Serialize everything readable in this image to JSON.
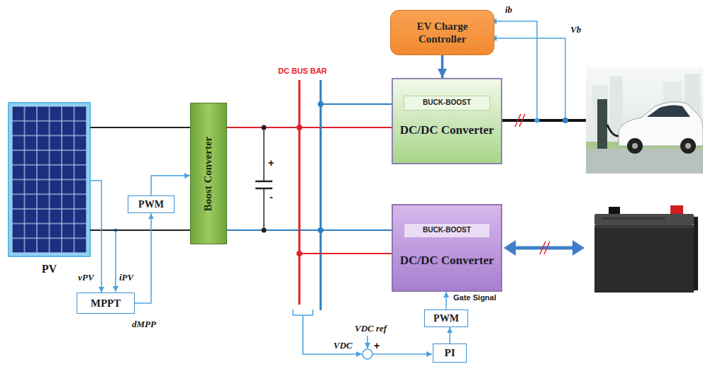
{
  "diagram": {
    "nodes": [
      {
        "text": [
          "PV"
        ]
      },
      {
        "text": [
          "MPPT"
        ]
      },
      {
        "text": [
          "PWM"
        ]
      },
      {
        "text": [
          "Boost Converter"
        ]
      },
      {
        "text": [
          "EV Charge Controller"
        ]
      },
      {
        "text": [
          "DC/DC Converter"
        ]
      },
      {
        "text": [
          "BUCK-BOOST"
        ],
        "in": 5
      },
      {
        "text": [
          "DC/DC Converter"
        ]
      },
      {
        "text": [
          "BUCK-BOOST"
        ],
        "in": 7
      },
      {
        "text": [
          "PWM"
        ]
      },
      {
        "text": [
          "PI"
        ]
      }
    ],
    "edges": [
      {
        "from": 0,
        "to": 3,
        "arrow": "none"
      },
      {
        "from": 0,
        "to": 1,
        "arrow": "to"
      },
      {
        "from": 1,
        "to": 2,
        "arrow": "to"
      },
      {
        "from": 2,
        "to": 3,
        "arrow": "to"
      },
      {
        "from": 4,
        "to": 5,
        "arrow": "to"
      },
      {
        "from": 9,
        "to": 7,
        "label": "Gate Signal",
        "arrow": "to"
      },
      {
        "from": 10,
        "to": 9,
        "arrow": "to"
      }
    ],
    "labels": [
      "DC BUS BAR",
      "vPV",
      "iPV",
      "dMPP",
      "+",
      "-",
      "ib",
      "Vb",
      "VDC ref",
      "VDC",
      "+"
    ]
  }
}
